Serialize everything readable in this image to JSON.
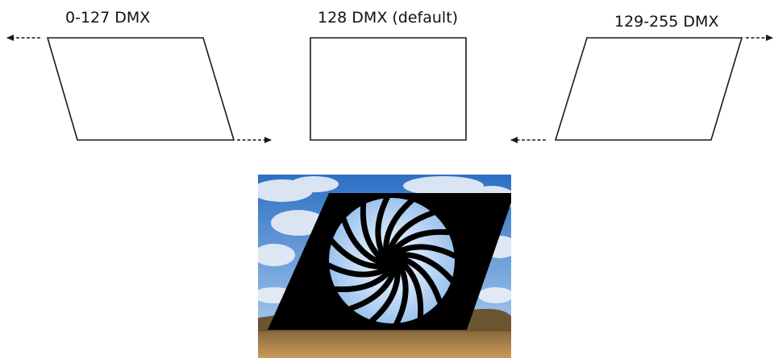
{
  "labels": {
    "left": "0-127 DMX",
    "center": "128 DMX (default)",
    "right": "129-255 DMX"
  },
  "colors": {
    "outline": "#1a1a1a",
    "arrow": "#1a1a1a",
    "sky_top": "#2d6fc4",
    "sky_bottom": "#8fb8e6",
    "cloud": "#e8eef6",
    "hill": "#6a5530",
    "field": "#b88a4a",
    "mask": "#000000"
  },
  "icons": {
    "gobo": "spiral-gobo-icon",
    "arrow": "dashed-arrow-icon"
  }
}
